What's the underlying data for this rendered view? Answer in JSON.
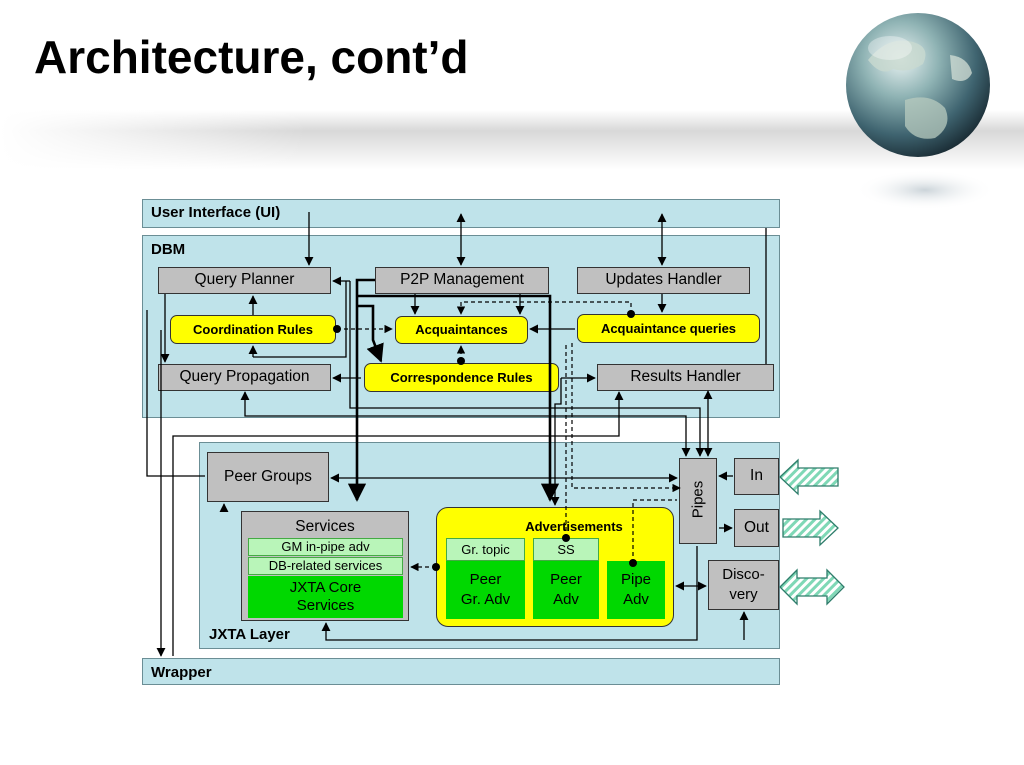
{
  "title": "Architecture, cont’d",
  "layers": {
    "ui": "User Interface (UI)",
    "dbm": "DBM",
    "jxta": "JXTA Layer",
    "wrapper": "Wrapper"
  },
  "dbm": {
    "query_planner": "Query Planner",
    "p2p_management": "P2P Management",
    "updates_handler": "Updates Handler",
    "coordination_rules": "Coordination Rules",
    "acquaintances": "Acquaintances",
    "acquaintance_queries": "Acquaintance queries",
    "query_propagation": "Query Propagation",
    "correspondence_rules": "Correspondence Rules",
    "results_handler": "Results Handler"
  },
  "jxta": {
    "peer_groups": "Peer Groups",
    "pipes": "Pipes",
    "in": "In",
    "out": "Out",
    "discovery": "Disco-very",
    "services": {
      "title": "Services",
      "gm_in_pipe": "GM in-pipe adv",
      "db_related": "DB-related services",
      "core": "JXTA Core Services"
    },
    "advertisements": {
      "title": "Advertisements",
      "gr_topic": "Gr. topic",
      "ss": "SS",
      "peer_gr_adv": "Peer Gr. Adv",
      "peer_adv": "Peer Adv",
      "pipe_adv": "Pipe Adv"
    }
  },
  "colors": {
    "layer_fill": "#bfe3ea",
    "box_gray": "#c0c0c0",
    "box_yellow": "#ffff00",
    "box_green": "#00d800",
    "box_light_green": "#b9f5b9",
    "arrow_stripe": "#7fd8b6"
  },
  "icons": {
    "globe": "earth-globe-icon",
    "in_arrow": "striped-left-arrow-icon",
    "out_arrow": "striped-right-arrow-icon",
    "discovery_arrow": "striped-double-arrow-icon"
  }
}
